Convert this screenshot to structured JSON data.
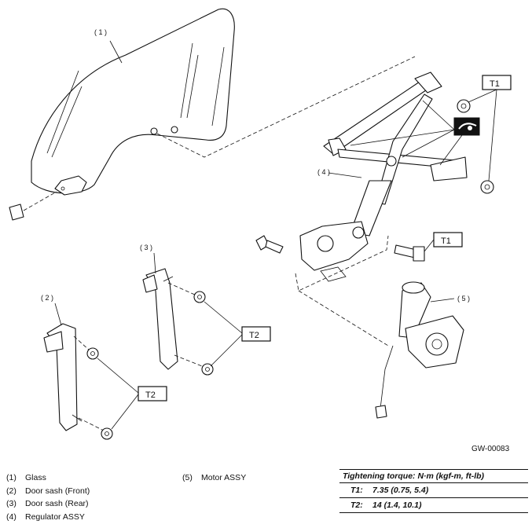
{
  "callouts": {
    "c1": "( 1 )",
    "c2": "( 2 )",
    "c3": "( 3 )",
    "c4": "( 4 )",
    "c5": "( 5 )"
  },
  "torque_tags": {
    "t1_top": "T1",
    "t1_mid": "T1",
    "t2_right": "T2",
    "t2_bottom": "T2"
  },
  "figure_code": "GW-00083",
  "legend": [
    {
      "num": "(1)",
      "label": "Glass"
    },
    {
      "num": "(2)",
      "label": "Door sash (Front)"
    },
    {
      "num": "(3)",
      "label": "Door sash (Rear)"
    },
    {
      "num": "(4)",
      "label": "Regulator ASSY"
    }
  ],
  "legend_col2": [
    {
      "num": "(5)",
      "label": "Motor ASSY"
    }
  ],
  "torque": {
    "header": "Tightening torque: N·m (kgf-m, ft-lb)",
    "rows": [
      {
        "key": "T1:",
        "value": "7.35 (0.75, 5.4)"
      },
      {
        "key": "T2:",
        "value": "14 (1.4, 10.1)"
      }
    ]
  },
  "icons": {
    "grease": "grease-application-icon"
  }
}
